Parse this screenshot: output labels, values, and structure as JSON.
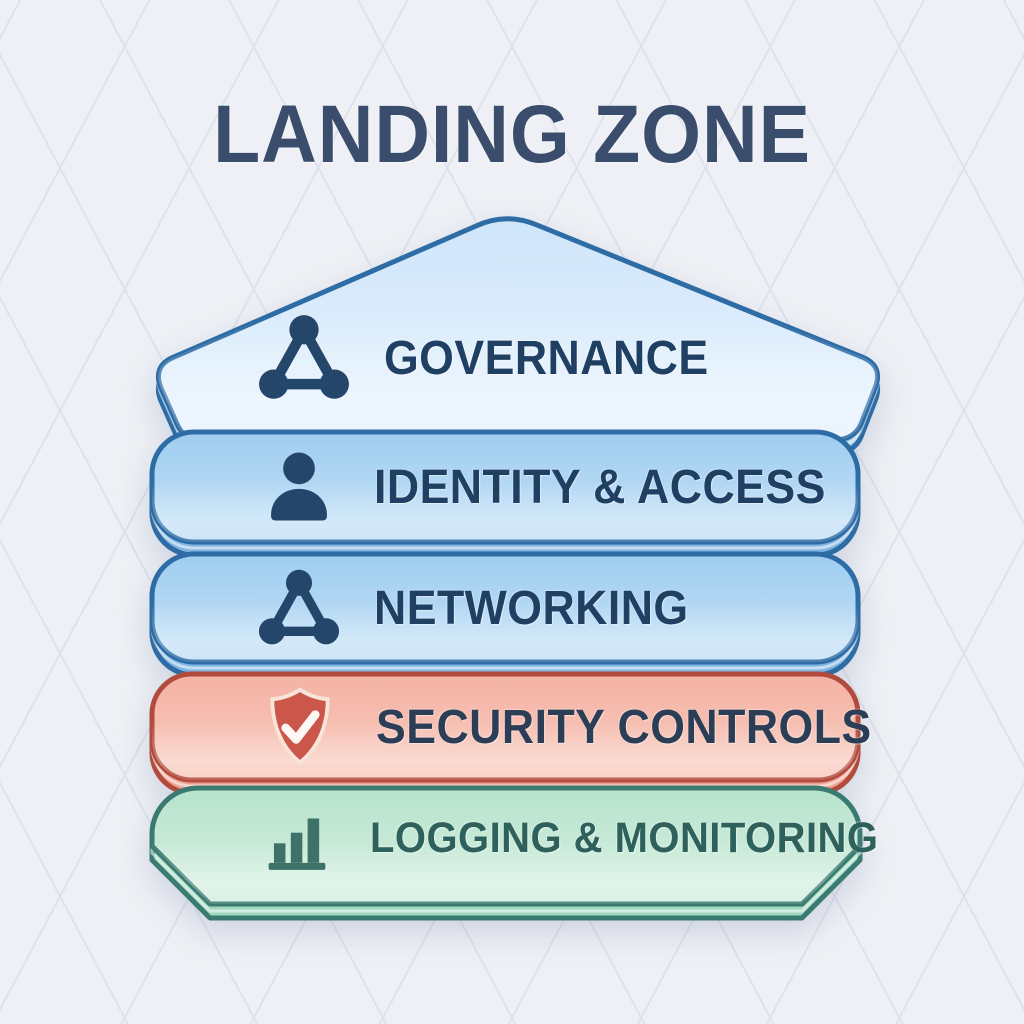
{
  "title": "LANDING ZONE",
  "layers": [
    {
      "label": "GOVERNANCE",
      "icon": "network-triangle-icon"
    },
    {
      "label": "IDENTITY & ACCESS",
      "icon": "person-icon"
    },
    {
      "label": "NETWORKING",
      "icon": "network-triangle-icon"
    },
    {
      "label": "SECURITY CONTROLS",
      "icon": "shield-check-icon"
    },
    {
      "label": "LOGGING & MONITORING",
      "icon": "bar-chart-icon"
    }
  ],
  "colors": {
    "bg": "#eef0f5",
    "grid-line": "#dde2ec",
    "title-text": "#3b4d6d",
    "text-navy": "#1f3f63",
    "text-security": "#2c3e55",
    "text-teal": "#2f615c",
    "icon-navy": "#24466b",
    "icon-teal": "#3e7168",
    "shield-red": "#cb574a",
    "shield-halo": "#f9e4da",
    "check-white": "#fdf8f3",
    "blue-stroke": "#2e6ca5",
    "pent-top": "#cfe5fa",
    "pent-bottom": "#e9f4fe",
    "pent-lip": "#9cc8ec",
    "band-blue-top": "#9fcdf0",
    "band-blue-bottom": "#c6e2f8",
    "blue-lip": "#7fb3e0",
    "red-stroke": "#b14b3d",
    "band-red-top": "#f4b2a4",
    "band-red-bottom": "#f9ccc0",
    "red-lip": "#eda08f",
    "green-stroke": "#3a7a70",
    "band-green-top": "#b7e3cd",
    "band-green-bottom": "#d7f0e2",
    "green-lip": "#9fd8bf"
  }
}
